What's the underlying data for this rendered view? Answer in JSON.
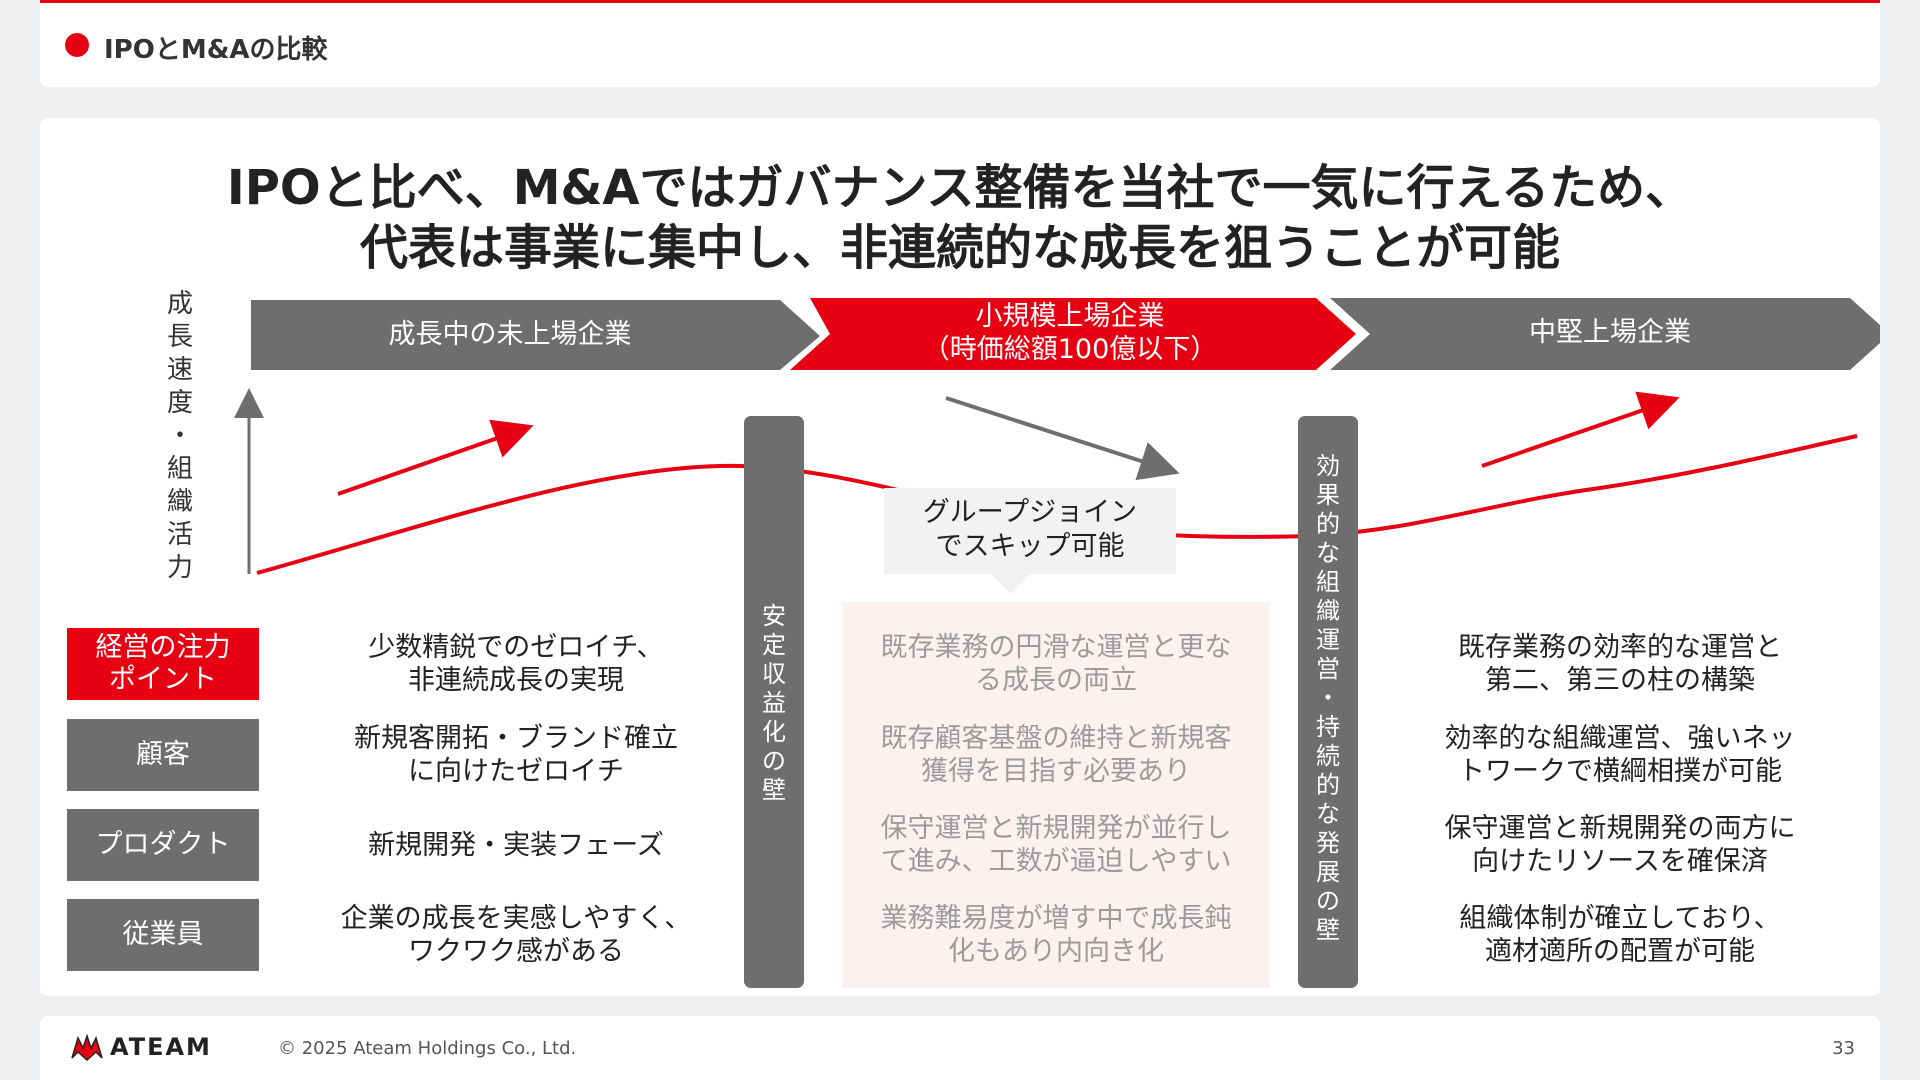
{
  "header": {
    "title": "IPOとM&Aの比較"
  },
  "headline": {
    "line1": "IPOと比べ、M&Aではガバナンス整備を当社で一気に行えるため、",
    "line2": "代表は事業に集中し、非連続的な成長を狙うことが可能"
  },
  "axis": {
    "label_chars": [
      "成",
      "長",
      "速",
      "度",
      "・",
      "組",
      "織",
      "活",
      "力"
    ]
  },
  "stages": [
    {
      "line1": "成長中の未上場企業",
      "line2": "",
      "color": "#6e6e6e"
    },
    {
      "line1": "小規模上場企業",
      "line2": "（時価総額100億以下）",
      "color": "#e60012"
    },
    {
      "line1": "中堅上場企業",
      "line2": "",
      "color": "#6e6e6e"
    }
  ],
  "walls": [
    {
      "chars": [
        "安",
        "定",
        "収",
        "益",
        "化",
        "の",
        "壁"
      ]
    },
    {
      "chars": [
        "効",
        "果",
        "的",
        "な",
        "組",
        "織",
        "運",
        "営",
        "・",
        "持",
        "続",
        "的",
        "な",
        "発",
        "展",
        "の",
        "壁"
      ]
    }
  ],
  "callout": {
    "line1": "グループジョイン",
    "line2": "でスキップ可能"
  },
  "rows": [
    {
      "label": "経営の注力\nポイント",
      "col1": "少数精鋭でのゼロイチ、\n非連続成長の実現",
      "col2": "既存業務の円滑な運営と更な\nる成長の両立",
      "col3": "既存業務の効率的な運営と\n第二、第三の柱の構築"
    },
    {
      "label": "顧客",
      "col1": "新規客開拓・ブランド確立\nに向けたゼロイチ",
      "col2": "既存顧客基盤の維持と新規客\n獲得を目指す必要あり",
      "col3": "効率的な組織運営、強いネッ\nトワークで横綱相撲が可能"
    },
    {
      "label": "プロダクト",
      "col1": "新規開発・実装フェーズ",
      "col2": "保守運営と新規開発が並行し\nて進み、工数が逼迫しやすい",
      "col3": "保守運営と新規開発の両方に\n向けたリソースを確保済"
    },
    {
      "label": "従業員",
      "col1": "企業の成長を実感しやすく、\nワクワク感がある",
      "col2": "業務難易度が増す中で成長鈍\n化もあり内向き化",
      "col3": "組織体制が確立しており、\n適材適所の配置が可能"
    }
  ],
  "footer": {
    "logo_text": "ATEAM",
    "copyright": "© 2025 Ateam Holdings Co., Ltd.",
    "page": "33"
  },
  "colors": {
    "accent": "#e60012",
    "gray": "#6e6e6e",
    "pink": "#fdf0f0"
  },
  "icons": [
    "circle-bullet-icon",
    "ateam-logo-icon",
    "up-arrow-icon",
    "trend-arrow-icon"
  ]
}
